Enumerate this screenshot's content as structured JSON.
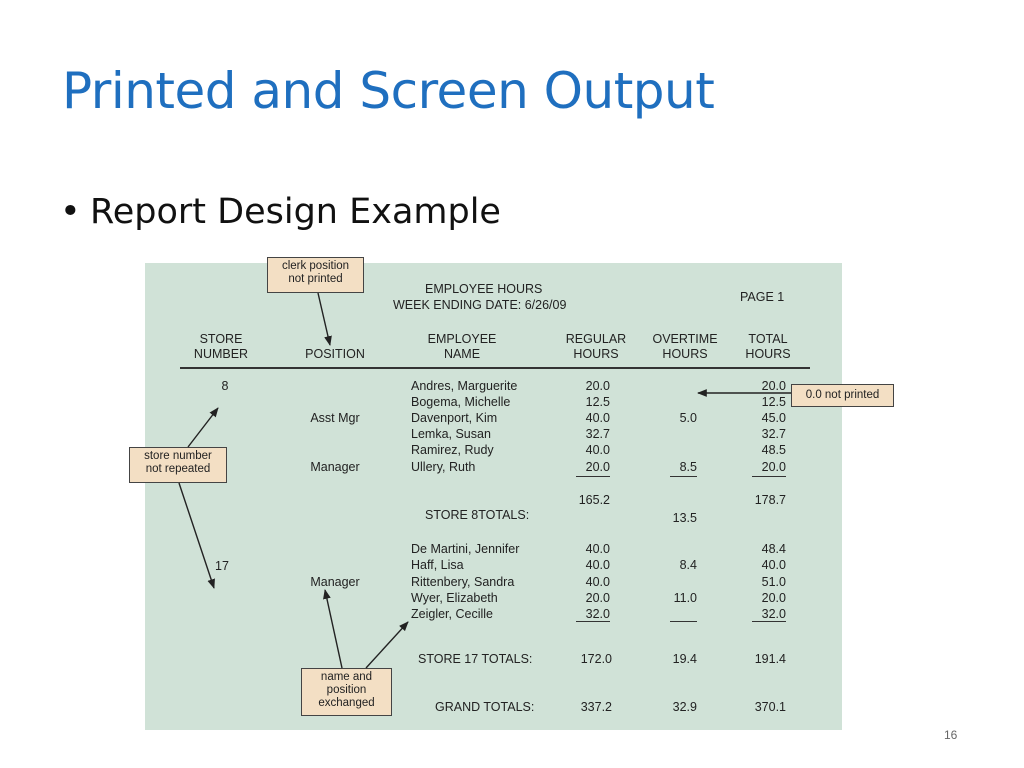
{
  "slide": {
    "title": "Printed and Screen Output",
    "bullet": "Report Design Example",
    "page_number": "16"
  },
  "report": {
    "heading_line1": "EMPLOYEE HOURS",
    "heading_line2": "WEEK ENDING DATE:  6/26/09",
    "page_label": "PAGE 1",
    "columns": {
      "store_1": "STORE",
      "store_2": "NUMBER",
      "position": "POSITION",
      "name_1": "EMPLOYEE",
      "name_2": "NAME",
      "regular_1": "REGULAR",
      "regular_2": "HOURS",
      "overtime_1": "OVERTIME",
      "overtime_2": "HOURS",
      "total_1": "TOTAL",
      "total_2": "HOURS"
    },
    "store8": {
      "number": "8",
      "rows": [
        {
          "position": "",
          "name": "Andres, Marguerite",
          "regular": "20.0",
          "overtime": "",
          "total": "20.0"
        },
        {
          "position": "",
          "name": "Bogema, Michelle",
          "regular": "12.5",
          "overtime": "",
          "total": "12.5"
        },
        {
          "position": "Asst Mgr",
          "name": "Davenport, Kim",
          "regular": "40.0",
          "overtime": "5.0",
          "total": "45.0"
        },
        {
          "position": "",
          "name": "Lemka, Susan",
          "regular": "32.7",
          "overtime": "",
          "total": "32.7"
        },
        {
          "position": "",
          "name": "Ramirez, Rudy",
          "regular": "40.0",
          "overtime": "",
          "total": "48.5"
        },
        {
          "position": "Manager",
          "name": "Ullery, Ruth",
          "regular": "20.0",
          "overtime": "8.5",
          "total": "20.0"
        }
      ],
      "totals_label": "STORE 8TOTALS:",
      "regular_total": "165.2",
      "overtime_total": "13.5",
      "total_total": "178.7"
    },
    "store17": {
      "number": "17",
      "rows": [
        {
          "position": "",
          "name": "De Martini, Jennifer",
          "regular": "40.0",
          "overtime": "",
          "total": "48.4"
        },
        {
          "position": "",
          "name": "Haff, Lisa",
          "regular": "40.0",
          "overtime": "8.4",
          "total": "40.0"
        },
        {
          "position": "Manager",
          "name": "Rittenbery, Sandra",
          "regular": "40.0",
          "overtime": "",
          "total": "51.0"
        },
        {
          "position": "",
          "name": "Wyer, Elizabeth",
          "regular": "20.0",
          "overtime": "11.0",
          "total": "20.0"
        },
        {
          "position": "",
          "name": "Zeigler, Cecille",
          "regular": "32.0",
          "overtime": "",
          "total": "32.0"
        }
      ],
      "totals_label": "STORE 17 TOTALS:",
      "regular_total": "172.0",
      "overtime_total": "19.4",
      "total_total": "191.4"
    },
    "grand": {
      "label": "GRAND TOTALS:",
      "regular": "337.2",
      "overtime": "32.9",
      "total": "370.1"
    }
  },
  "callouts": {
    "clerk_1": "clerk position",
    "clerk_2": "not printed",
    "store_1": "store number",
    "store_2": "not repeated",
    "zero": "0.0 not printed",
    "name_1": "name and",
    "name_2": "position",
    "name_3": "exchanged"
  }
}
